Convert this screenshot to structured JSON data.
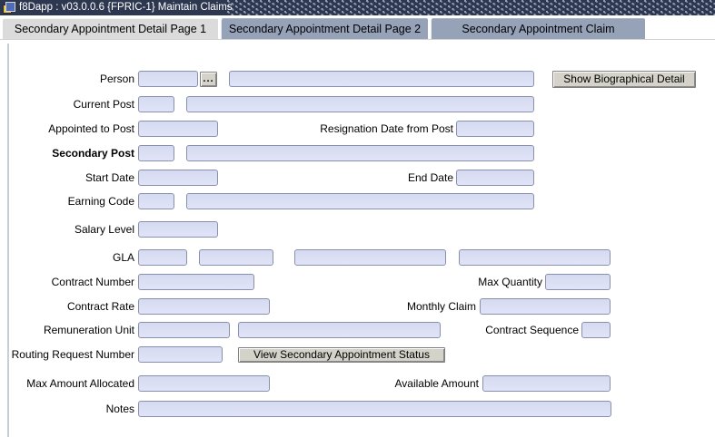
{
  "window": {
    "title": "f8Dapp : v03.0.0.6 {FPRIC-1} Maintain Claims"
  },
  "tabs": [
    {
      "label": "Secondary Appointment Detail Page 1",
      "active": true
    },
    {
      "label": "Secondary Appointment Detail Page 2",
      "active": false
    },
    {
      "label": "Secondary Appointment Claim",
      "active": false
    }
  ],
  "form": {
    "empty_value": "",
    "labels": {
      "person": "Person",
      "current_post": "Current Post",
      "appointed_to_post": "Appointed to Post",
      "resignation_date_from_post": "Resignation Date from Post",
      "secondary_post": "Secondary Post",
      "start_date": "Start Date",
      "end_date": "End Date",
      "earning_code": "Earning Code",
      "salary_level": "Salary Level",
      "gla": "GLA",
      "contract_number": "Contract Number",
      "max_quantity": "Max Quantity",
      "contract_rate": "Contract Rate",
      "monthly_claim": "Monthly Claim",
      "remuneration_unit": "Remuneration Unit",
      "contract_sequence": "Contract Sequence",
      "routing_request_number": "Routing Request Number",
      "max_amount_allocated": "Max Amount Allocated",
      "available_amount": "Available Amount",
      "notes": "Notes"
    },
    "buttons": {
      "person_lookup": "...",
      "show_biographical_detail": "Show Biographical Detail",
      "view_secondary_appointment_status": "View Secondary Appointment Status"
    }
  },
  "colors": {
    "titlebar_bg": "#2d3850",
    "titlebar_text": "#ffffff",
    "tab_active_bg": "#dbdbdb",
    "tab_inactive_bg": "#95a2b8",
    "field_bg": "#dde1f5",
    "field_border": "#8791ab",
    "button_face": "#d5d2ca",
    "canvas_bg": "#ffffff"
  }
}
